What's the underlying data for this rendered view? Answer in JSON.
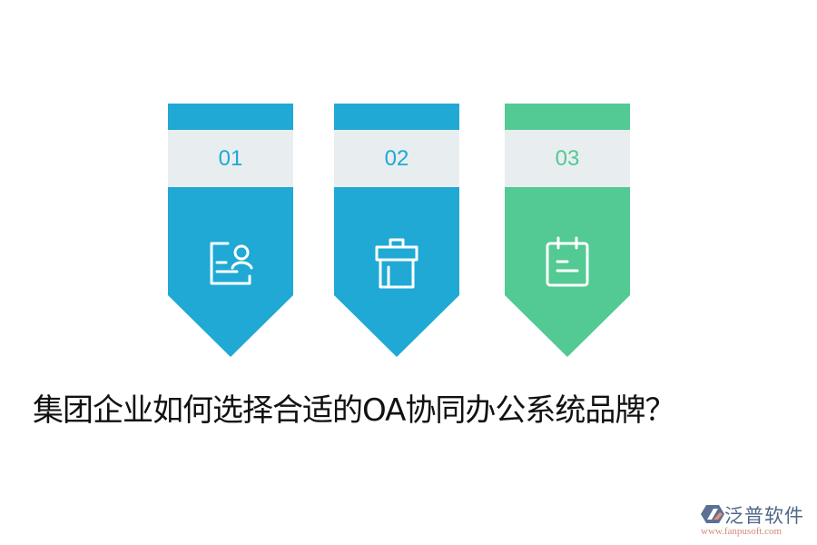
{
  "cards": [
    {
      "number": "01",
      "icon": "user-document-icon",
      "color": "#1fa9d4",
      "number_color": "#1fa9d4"
    },
    {
      "number": "02",
      "icon": "gift-box-icon",
      "color": "#1fa9d4",
      "number_color": "#1fa9d4"
    },
    {
      "number": "03",
      "icon": "calendar-note-icon",
      "color": "#53c993",
      "number_color": "#53c993"
    }
  ],
  "title": "集团企业如何选择合适的OA协同办公系统品牌？",
  "logo": {
    "name": "泛普软件",
    "url": "www.fanpusoft.com"
  }
}
